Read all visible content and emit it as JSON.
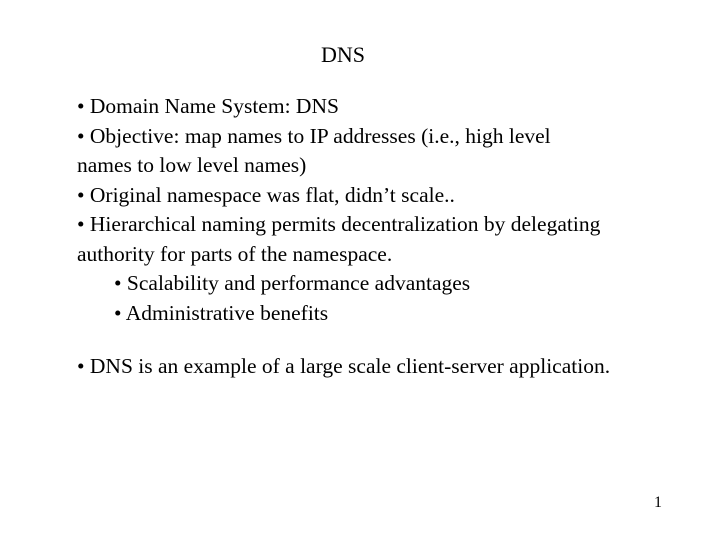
{
  "slide": {
    "title": "DNS",
    "lines": [
      "• Domain Name System:  DNS",
      "• Objective:  map names to IP addresses (i.e.,  high level",
      "names to low level names)",
      "• Original namespace was flat, didn’t scale..",
      "• Hierarchical naming permits decentralization by delegating",
      "authority for parts of the namespace."
    ],
    "sub_points": [
      "• Scalability and performance advantages",
      "• Administrative benefits"
    ],
    "last_point": "• DNS is an example of a large scale client-server application.",
    "page_number": "1"
  }
}
